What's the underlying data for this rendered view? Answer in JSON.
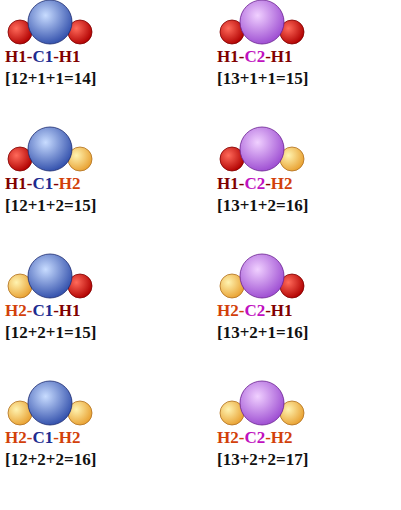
{
  "diagram": {
    "labels": [
      "H1",
      "-",
      "C1",
      "-",
      "H1",
      "[12+1+1=14]",
      "H1",
      "-",
      "C2",
      "-",
      "H1",
      "[13+1+1=15]",
      "H1",
      "-",
      "C1",
      "-",
      "H2",
      "[12+1+2=15]",
      "H1",
      "-",
      "C2",
      "-",
      "H2",
      "[13+1+2=16]",
      "H2",
      "-",
      "C1",
      "-",
      "H1",
      "[12+2+1=15]",
      "H2",
      "-",
      "C2",
      "-",
      "H1",
      "[13+2+1=16]",
      "H2",
      "-",
      "C1",
      "-",
      "H2",
      "[12+2+2=16]",
      "H2",
      "-",
      "C2",
      "-",
      "H2",
      "[13+2+2=17]"
    ]
  }
}
